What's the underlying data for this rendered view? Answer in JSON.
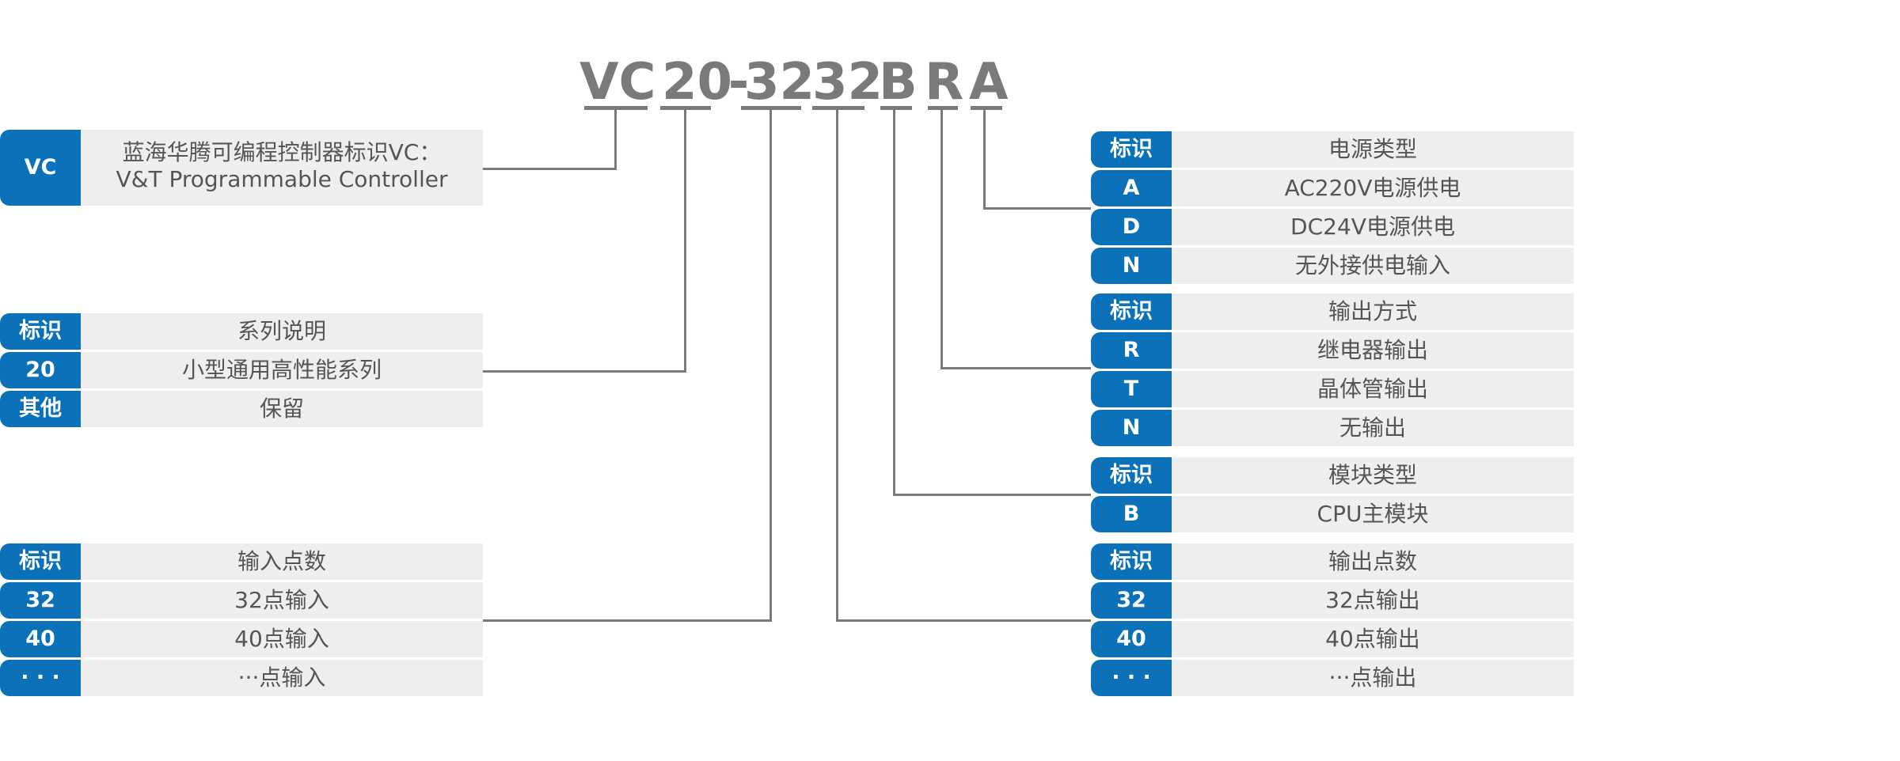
{
  "model_code": {
    "segments": [
      "VC",
      "20",
      "-",
      "32",
      "32",
      "B",
      "R",
      "A"
    ]
  },
  "vc_box": {
    "tag": "VC",
    "line1": "蓝海华腾可编程控制器标识VC：",
    "line2": "V&T Programmable Controller"
  },
  "series_table": {
    "rows": [
      {
        "tag": "标识",
        "desc": "系列说明"
      },
      {
        "tag": "20",
        "desc": "小型通用高性能系列"
      },
      {
        "tag": "其他",
        "desc": "保留"
      }
    ]
  },
  "input_table": {
    "rows": [
      {
        "tag": "标识",
        "desc": "输入点数"
      },
      {
        "tag": "32",
        "desc": "32点输入"
      },
      {
        "tag": "40",
        "desc": "40点输入"
      },
      {
        "tag": "· · ·",
        "desc": "···点输入"
      }
    ]
  },
  "power_table": {
    "rows": [
      {
        "tag": "标识",
        "desc": "电源类型"
      },
      {
        "tag": "A",
        "desc": "AC220V电源供电"
      },
      {
        "tag": "D",
        "desc": "DC24V电源供电"
      },
      {
        "tag": "N",
        "desc": "无外接供电输入"
      }
    ]
  },
  "output_mode_table": {
    "rows": [
      {
        "tag": "标识",
        "desc": "输出方式"
      },
      {
        "tag": "R",
        "desc": "继电器输出"
      },
      {
        "tag": "T",
        "desc": "晶体管输出"
      },
      {
        "tag": "N",
        "desc": "无输出"
      }
    ]
  },
  "module_table": {
    "rows": [
      {
        "tag": "标识",
        "desc": "模块类型"
      },
      {
        "tag": "B",
        "desc": "CPU主模块"
      }
    ]
  },
  "output_table": {
    "rows": [
      {
        "tag": "标识",
        "desc": "输出点数"
      },
      {
        "tag": "32",
        "desc": "32点输出"
      },
      {
        "tag": "40",
        "desc": "40点输出"
      },
      {
        "tag": "· · ·",
        "desc": "···点输出"
      }
    ]
  },
  "colors": {
    "tag_blue": "#0b72b9",
    "row_gray": "#eeeeee",
    "line_gray": "#7a7a7a"
  }
}
